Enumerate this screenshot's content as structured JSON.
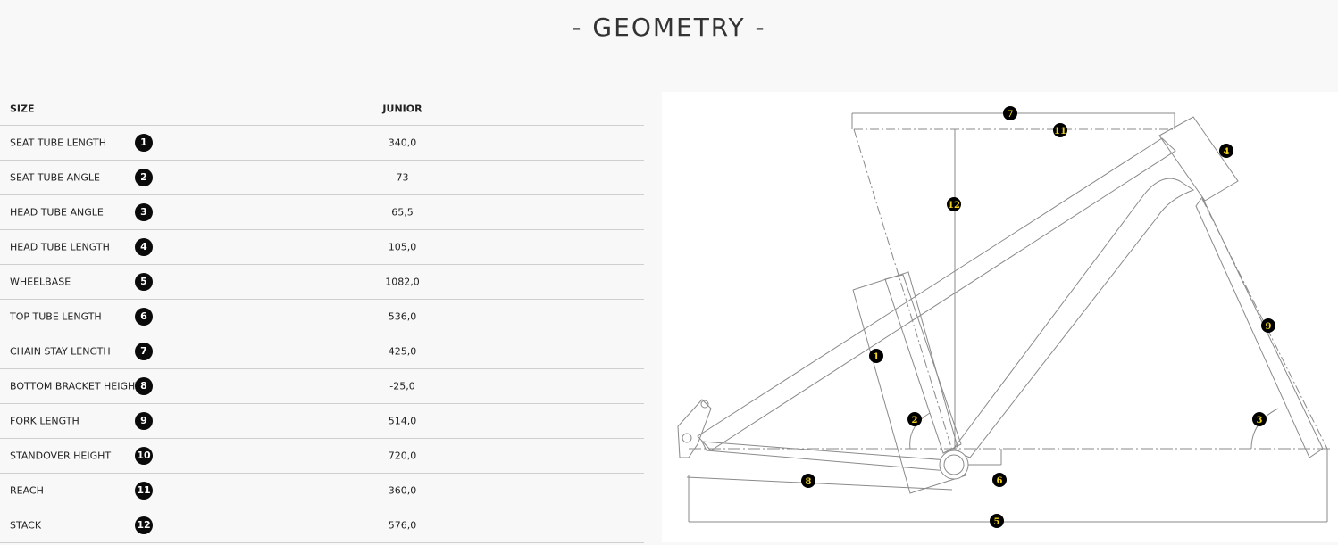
{
  "page": {
    "title": "- GEOMETRY -"
  },
  "table": {
    "header": {
      "size": "SIZE",
      "column": "JUNIOR"
    },
    "rows": [
      {
        "label": "SEAT TUBE LENGTH",
        "num": "1",
        "value": "340,0"
      },
      {
        "label": "SEAT TUBE ANGLE",
        "num": "2",
        "value": "73"
      },
      {
        "label": "HEAD TUBE ANGLE",
        "num": "3",
        "value": "65,5"
      },
      {
        "label": "HEAD TUBE LENGTH",
        "num": "4",
        "value": "105,0"
      },
      {
        "label": "WHEELBASE",
        "num": "5",
        "value": "1082,0"
      },
      {
        "label": "TOP TUBE LENGTH",
        "num": "6",
        "value": "536,0"
      },
      {
        "label": "CHAIN STAY LENGTH",
        "num": "7",
        "value": "425,0"
      },
      {
        "label": "BOTTOM BRACKET HEIGHT",
        "num": "8",
        "value": "-25,0"
      },
      {
        "label": "FORK LENGTH",
        "num": "9",
        "value": "514,0"
      },
      {
        "label": "STANDOVER HEIGHT",
        "num": "10",
        "value": "720,0"
      },
      {
        "label": "REACH",
        "num": "11",
        "value": "360,0"
      },
      {
        "label": "STACK",
        "num": "12",
        "value": "576,0"
      }
    ]
  },
  "diagram": {
    "markers": [
      "1",
      "2",
      "3",
      "4",
      "5",
      "6",
      "7",
      "8",
      "9",
      "11",
      "12"
    ],
    "marker_color": "#f2d21b"
  }
}
